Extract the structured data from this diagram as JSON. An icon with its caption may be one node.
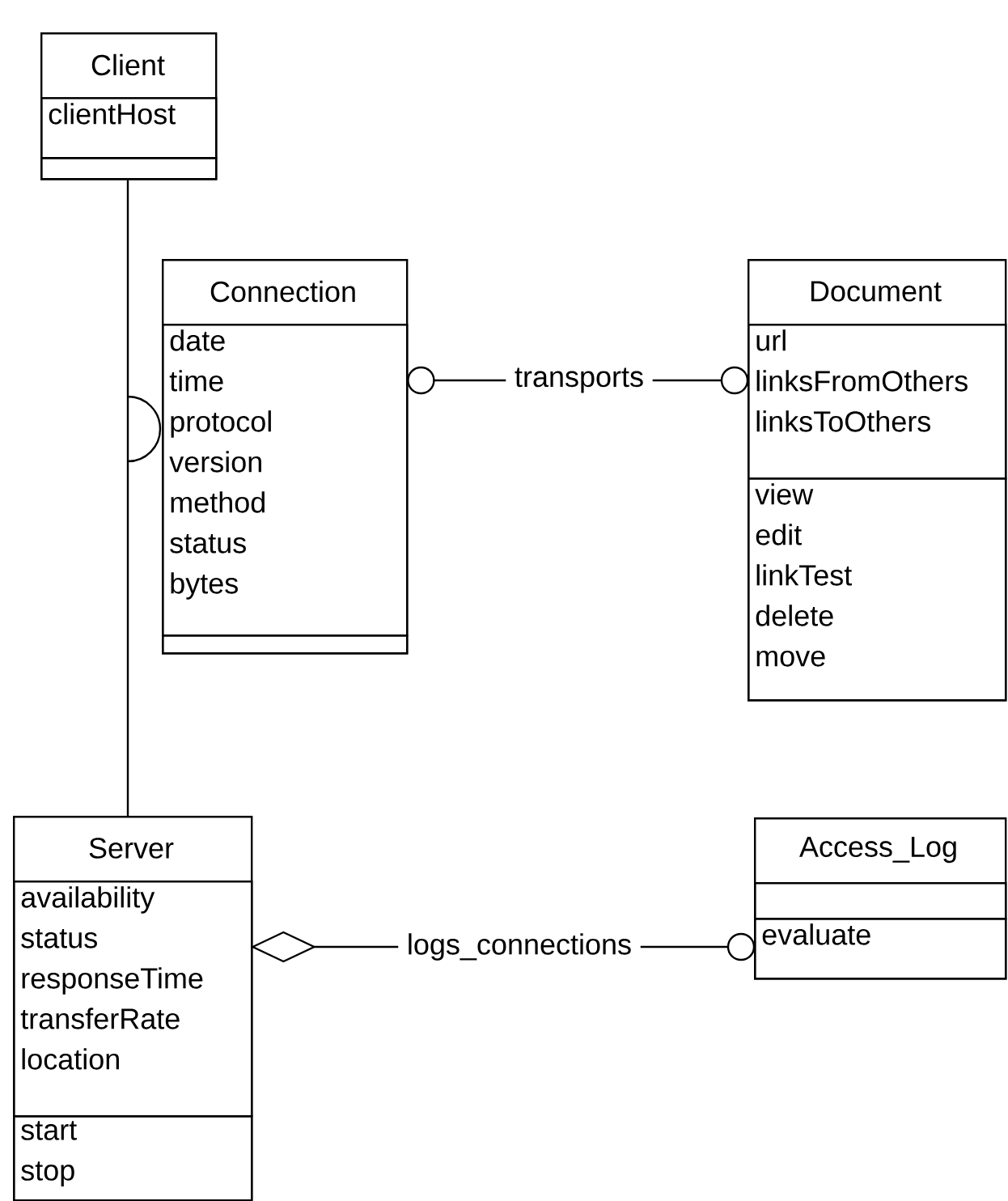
{
  "diagram": {
    "nodes": [
      {
        "text": [
          "Client"
        ]
      },
      {
        "text": [
          "clientHost"
        ],
        "in": 0
      },
      {
        "text": [],
        "shape": "box",
        "in": 0
      },
      {
        "text": [
          "Connection"
        ]
      },
      {
        "text": [
          "date",
          "time",
          "protocol",
          "version",
          "method",
          "status",
          "bytes"
        ],
        "in": 3
      },
      {
        "text": [],
        "shape": "box",
        "in": 3
      },
      {
        "text": [
          "Document"
        ]
      },
      {
        "text": [
          "url",
          "linksFromOthers",
          "linksToOthers"
        ],
        "in": 6
      },
      {
        "text": [
          "view",
          "edit",
          "linkTest",
          "delete",
          "move"
        ],
        "in": 6
      },
      {
        "text": [
          "Server"
        ]
      },
      {
        "text": [
          "availability",
          "status",
          "responseTime",
          "transferRate",
          "location"
        ],
        "in": 9
      },
      {
        "text": [
          "start",
          "stop"
        ],
        "in": 9
      },
      {
        "text": [
          "Access_Log"
        ]
      },
      {
        "text": [],
        "shape": "box",
        "in": 12
      },
      {
        "text": [
          "evaluate"
        ],
        "in": 12
      }
    ],
    "edges": [
      {
        "from": 0,
        "to": 9,
        "arrow": "none"
      },
      {
        "from": 3,
        "to": 6,
        "arrow": "other",
        "label": "transports"
      },
      {
        "from": 9,
        "to": 12,
        "arrow": "other",
        "label": "logs_connections"
      }
    ]
  }
}
